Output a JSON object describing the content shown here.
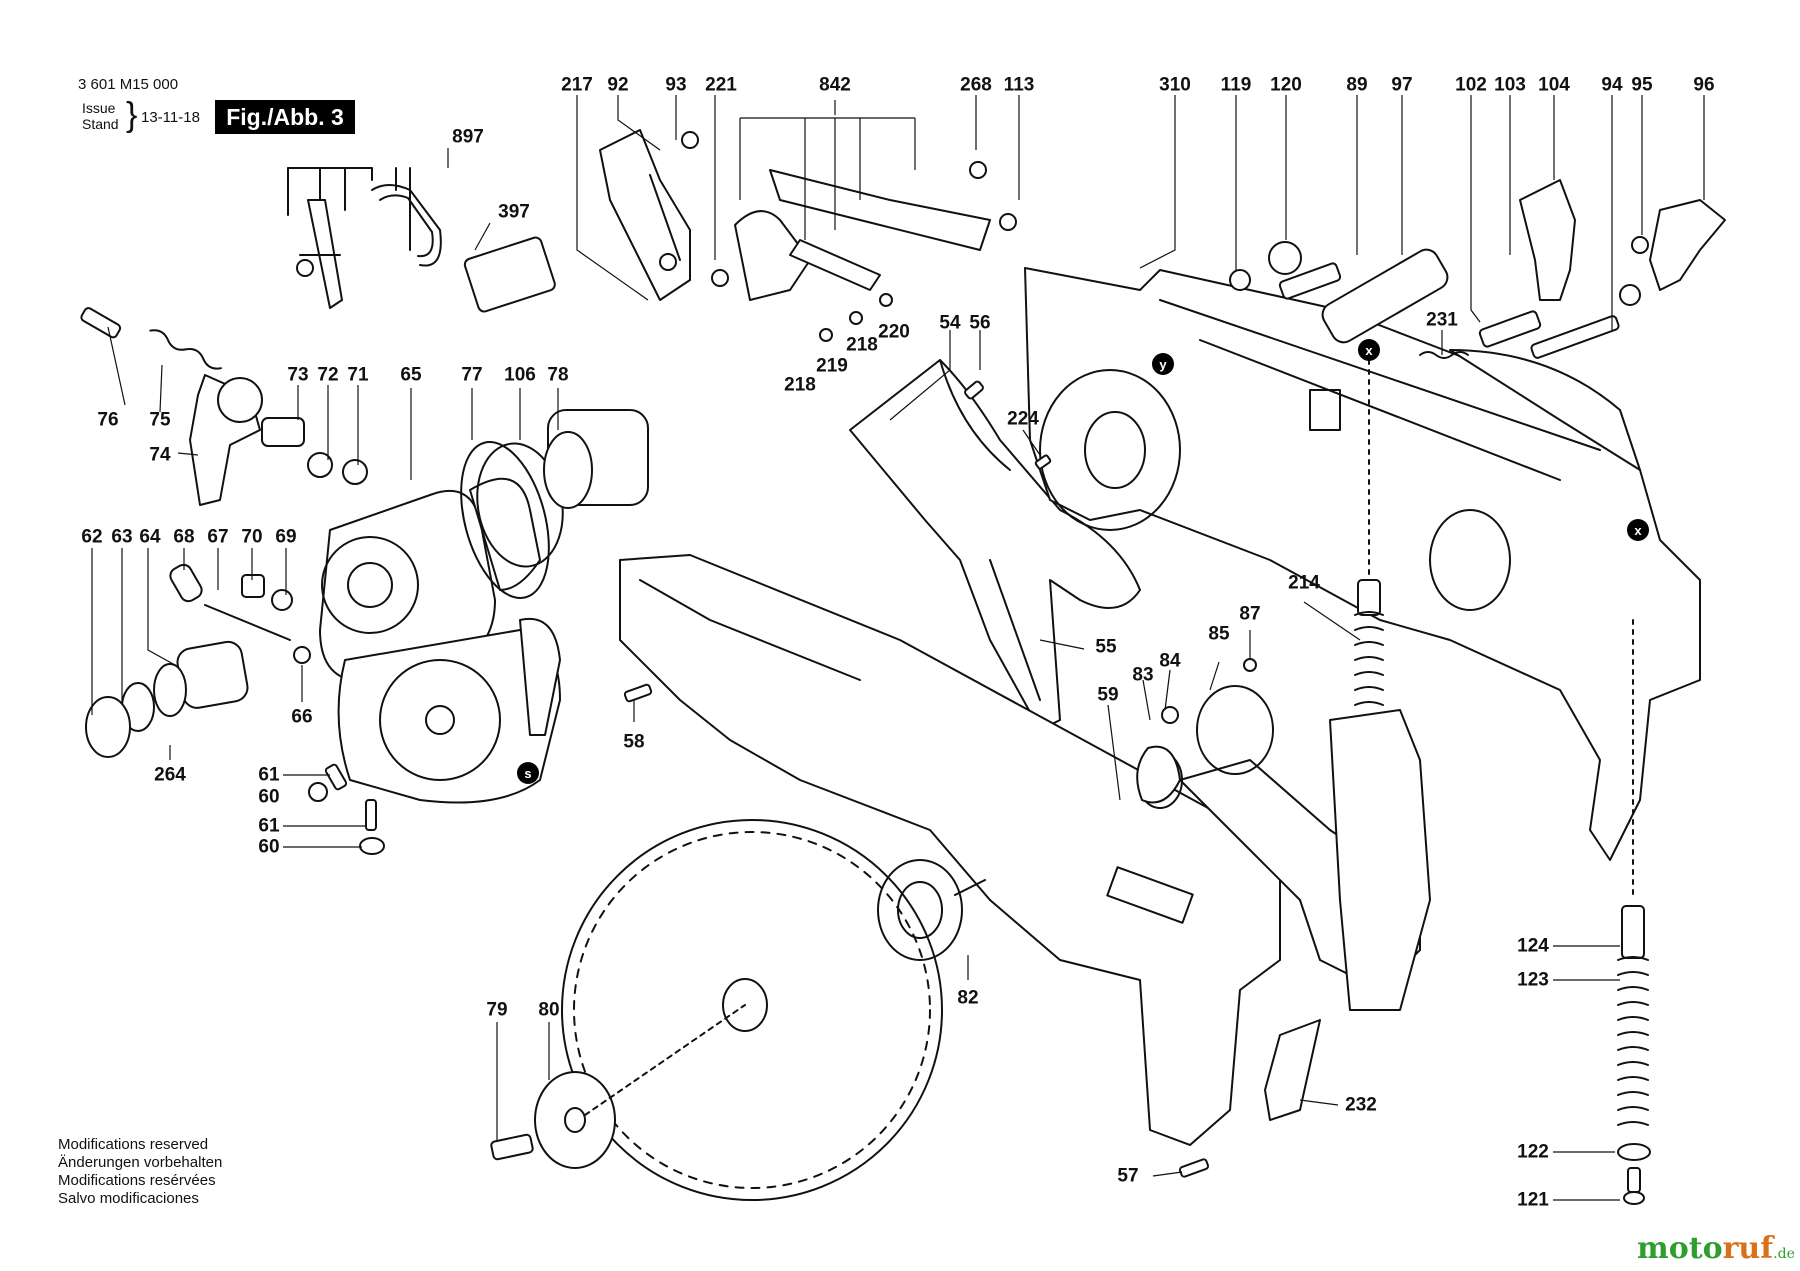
{
  "header": {
    "doc_number": "3 601 M15 000",
    "issue_label": "Issue",
    "stand_label": "Stand",
    "date": "13-11-18",
    "figure_badge": "Fig./Abb. 3"
  },
  "notes": [
    "Modifications reserved",
    "Änderungen vorbehalten",
    "Modifications resérvées",
    "Salvo modificaciones"
  ],
  "watermark": {
    "part1": "moto",
    "part2": "ruf",
    "suffix": ".de"
  },
  "colors": {
    "line": "#111111",
    "badge_bg": "#000000",
    "watermark_green": "#2f9e2f",
    "watermark_orange": "#d8711a"
  },
  "ref_markers": [
    "x",
    "y",
    "x",
    "s"
  ],
  "callouts": [
    "217",
    "92",
    "93",
    "221",
    "842",
    "268",
    "113",
    "310",
    "119",
    "120",
    "89",
    "97",
    "102",
    "103",
    "104",
    "94",
    "95",
    "96",
    "897",
    "397",
    "76",
    "75",
    "74",
    "73",
    "72",
    "71",
    "65",
    "77",
    "106",
    "78",
    "54",
    "56",
    "224",
    "231",
    "218",
    "219",
    "218",
    "220",
    "62",
    "63",
    "64",
    "68",
    "67",
    "70",
    "69",
    "66",
    "264",
    "61",
    "60",
    "61",
    "60",
    "58",
    "55",
    "214",
    "59",
    "83",
    "84",
    "85",
    "87",
    "82",
    "124",
    "123",
    "122",
    "121",
    "79",
    "80",
    "57",
    "232"
  ]
}
